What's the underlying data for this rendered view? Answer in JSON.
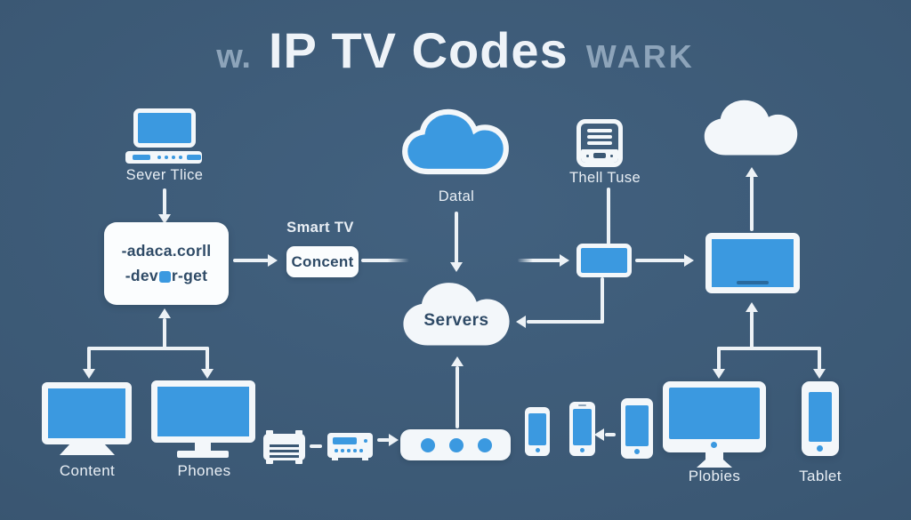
{
  "title": {
    "prefix": "w.",
    "main": "IP TV Codes",
    "suffix": "WARK"
  },
  "colors": {
    "background": "#3b5874",
    "accent_blue": "#3b99e0",
    "icon_white": "#f3f7fa",
    "dark_text": "#2e4a66",
    "title_muted": "#8da4ba"
  },
  "diagram": {
    "source_device": {
      "label": "Sever Tlice"
    },
    "config_box": {
      "line1": "-adaca.corll",
      "line2_prefix": "-dev",
      "line2_suffix": "r-get"
    },
    "smart_tv": {
      "caption": "Smart TV",
      "button_label": "Concent"
    },
    "data_cloud": {
      "label": "Datal"
    },
    "headend_unit": {
      "label": "Thell Tuse"
    },
    "servers_cloud": {
      "label": "Servers"
    },
    "content_monitor": {
      "label": "Content"
    },
    "phones_monitor": {
      "label": "Phones"
    },
    "plobies_monitor": {
      "label": "Plobies"
    },
    "tablet_device": {
      "label": "Tablet"
    }
  }
}
